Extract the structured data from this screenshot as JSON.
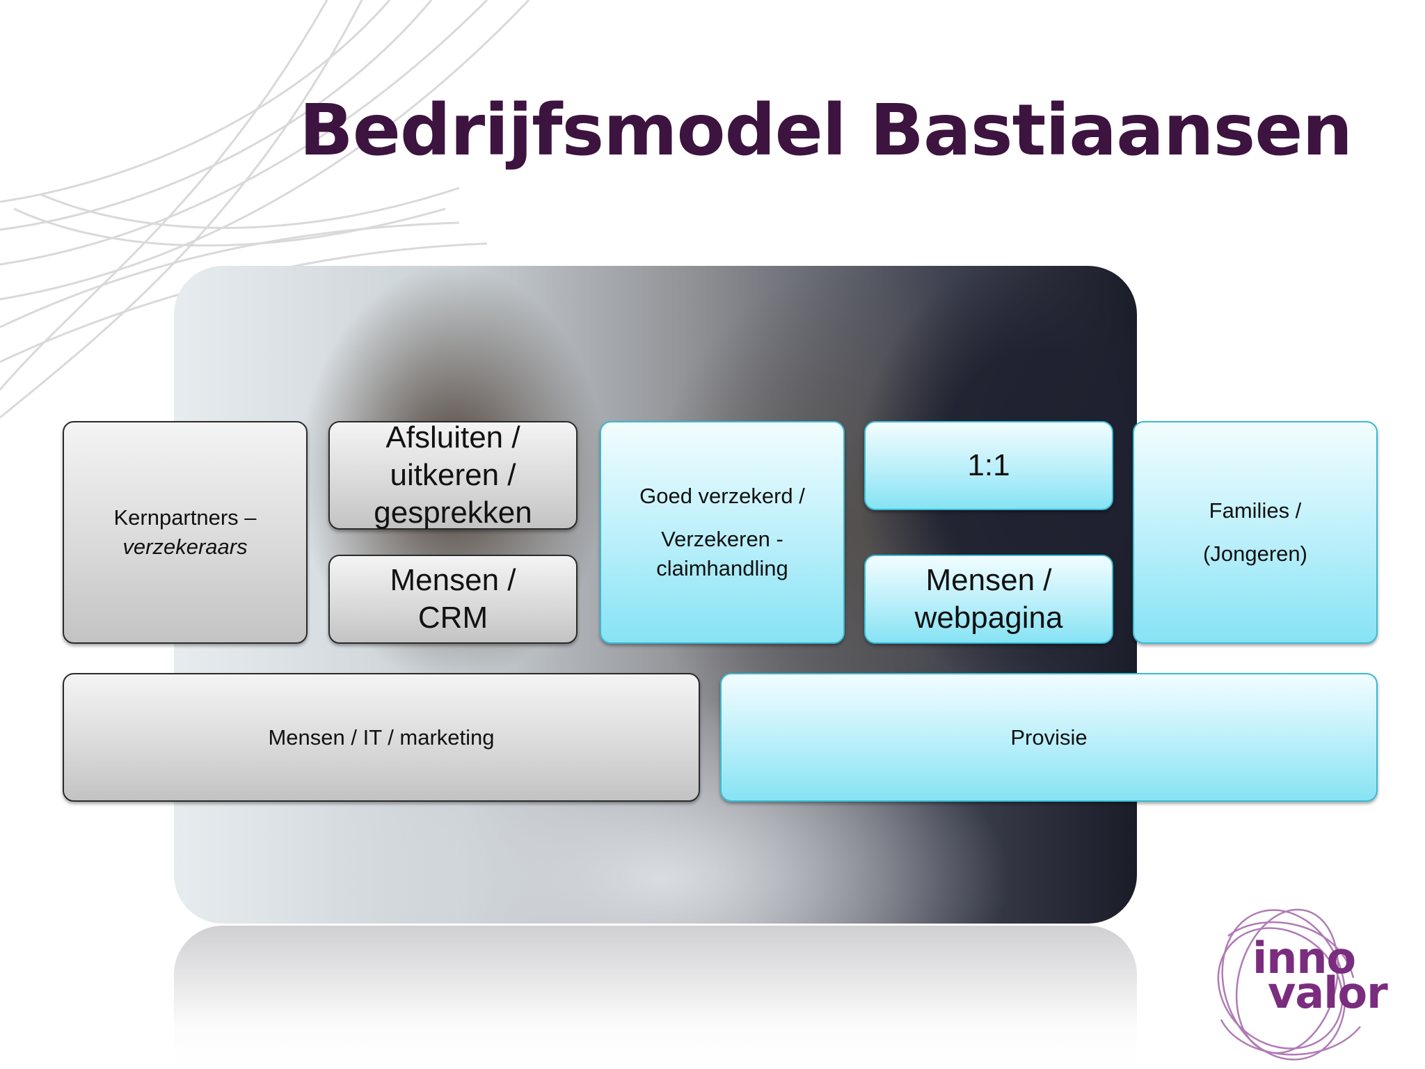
{
  "title": "Bedrijfsmodel Bastiaansen",
  "boxes": {
    "kernpartners": {
      "line1": "Kernpartners –",
      "line2": "verzekeraars"
    },
    "afsluiten": {
      "line1": "Afsluiten /",
      "line2": "uitkeren /",
      "line3": "gesprekken"
    },
    "mensen_crm": {
      "line1": "Mensen /",
      "line2": "CRM"
    },
    "goed_verzekerd": {
      "line1": "Goed verzekerd /",
      "line2": "Verzekeren -",
      "line3": "claimhandling"
    },
    "one_to_one": {
      "text": "1:1"
    },
    "mensen_webpagina": {
      "line1": "Mensen /",
      "line2": "webpagina"
    },
    "families": {
      "line1": "Families /",
      "line2": "(Jongeren)"
    },
    "mensen_it": {
      "text": "Mensen / IT / marketing"
    },
    "provisie": {
      "text": "Provisie"
    }
  },
  "logo": {
    "line1": "inno",
    "line2": "valor"
  },
  "colors": {
    "title": "#3d1340",
    "grey_box": "#d8d8d8",
    "cyan_box": "#b9effa",
    "logo": "#7a2d7e"
  }
}
